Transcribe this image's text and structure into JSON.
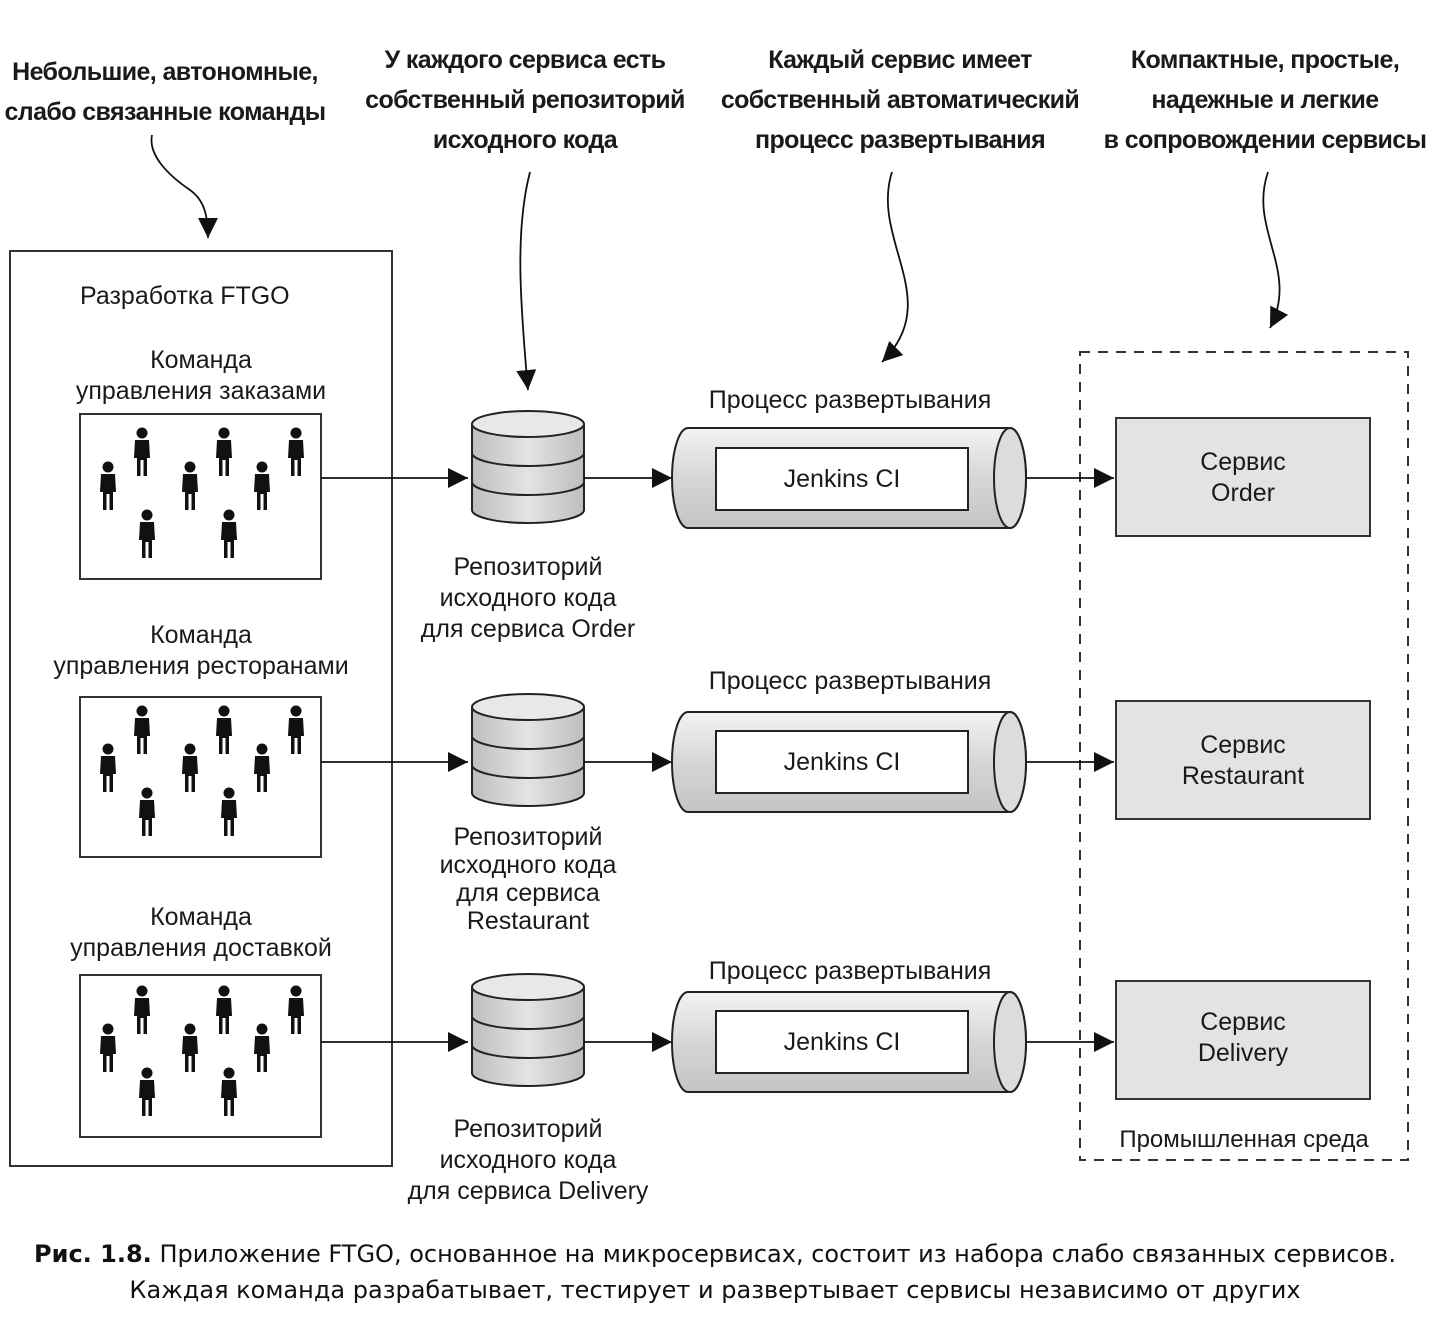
{
  "callouts": {
    "teams": "Небольшие, автономные,\nслабо связанные команды",
    "repos": "У каждого сервиса есть\nсобственный репозиторий\nисходного кода",
    "pipelines": "Каждый сервис имеет\nсобственный автоматический\nпроцесс развертывания",
    "services": "Компактные, простые,\nнадежные и легкие\nв сопровождении сервисы"
  },
  "org": {
    "title": "Разработка FTGO",
    "teams": [
      "Команда\nуправления заказами",
      "Команда\nуправления ресторанами",
      "Команда\nуправления доставкой"
    ]
  },
  "repos": [
    "Репозиторий\nисходного кода\nдля сервиса Order",
    "Репозиторий\nисходного кода\nдля сервиса\nRestaurant",
    "Репозиторий\nисходного кода\nдля сервиса Delivery"
  ],
  "pipelines": {
    "label": "Процесс развертывания",
    "tool": "Jenkins CI"
  },
  "services": [
    "Сервис\nOrder",
    "Сервис\nRestaurant",
    "Сервис\nDelivery"
  ],
  "environment": "Промышленная среда",
  "caption": {
    "prefix": "Рис. 1.8.",
    "text": "Приложение FTGO, основанное на микросервисах, состоит из набора слабо связанных сервисов. Каждая команда разрабатывает, тестирует и развертывает сервисы независимо от других"
  }
}
